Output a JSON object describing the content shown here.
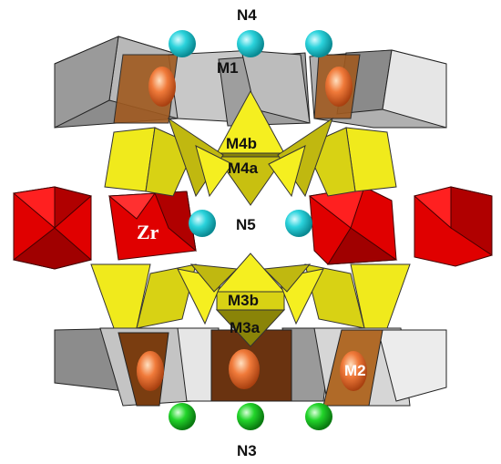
{
  "labels": {
    "n4": "N4",
    "n5": "N5",
    "n3": "N3",
    "m1": "M1",
    "m2": "M2",
    "m3a": "M3a",
    "m3b": "M3b",
    "m4a": "M4a",
    "m4b": "M4b",
    "zr": "Zr"
  },
  "colors": {
    "polyhedron_gray": "#a8a8a8",
    "polyhedron_yellow": "#f2ec1a",
    "polyhedron_red": "#e60000",
    "polyhedron_brown": "#7a3d10",
    "atom_cyan": "#2bd3dc",
    "atom_green": "#22d52a",
    "atom_orange": "#f07a3a"
  }
}
